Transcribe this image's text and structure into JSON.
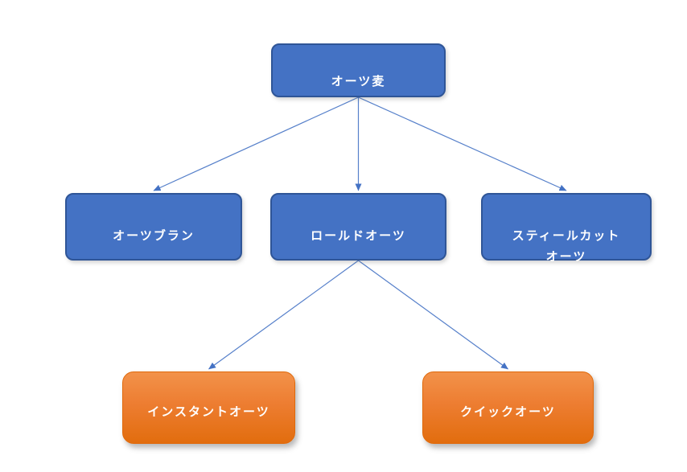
{
  "diagram": {
    "type": "hierarchy",
    "background": "#ffffff",
    "colors": {
      "level_fill": "#4472c4",
      "level_border": "#2f5597",
      "leaf_fill_top": "#f2924a",
      "leaf_fill_bottom": "#e26d0e",
      "leaf_border": "#e0690a",
      "arrow": "#4472c4",
      "text": "#ffffff"
    },
    "nodes": [
      {
        "id": "oats",
        "label": "オーツ麦",
        "level": 1,
        "shape": "rounded-rect",
        "color": "blue"
      },
      {
        "id": "oat-bran",
        "label": "オーツブラン",
        "level": 2,
        "shape": "rounded-rect",
        "color": "blue"
      },
      {
        "id": "rolled-oats",
        "label": "ロールドオーツ",
        "level": 2,
        "shape": "rounded-rect",
        "color": "blue"
      },
      {
        "id": "steel-cut-oats",
        "label": "スティールカット\nオーツ",
        "level": 2,
        "shape": "rounded-rect",
        "color": "blue"
      },
      {
        "id": "instant-oats",
        "label": "インスタントオーツ",
        "level": 3,
        "shape": "rounded-rect",
        "color": "orange"
      },
      {
        "id": "quick-oats",
        "label": "クイックオーツ",
        "level": 3,
        "shape": "rounded-rect",
        "color": "orange"
      }
    ],
    "edges": [
      {
        "from": "oats",
        "to": "oat-bran"
      },
      {
        "from": "oats",
        "to": "rolled-oats"
      },
      {
        "from": "oats",
        "to": "steel-cut-oats"
      },
      {
        "from": "rolled-oats",
        "to": "instant-oats"
      },
      {
        "from": "rolled-oats",
        "to": "quick-oats"
      }
    ]
  }
}
